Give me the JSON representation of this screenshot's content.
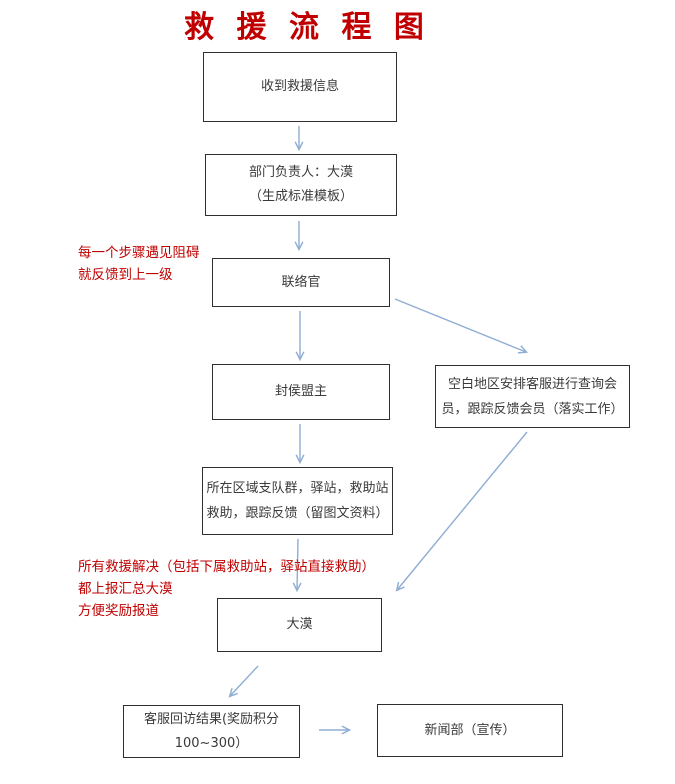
{
  "title": "救 援 流 程 图",
  "colors": {
    "title_red": "#c00000",
    "annotation_red": "#c00000",
    "arrow_blue": "#8eadd3",
    "box_border": "#2f2f2f",
    "box_text": "#3a3a3a"
  },
  "boxes": {
    "receive": {
      "lines": [
        "收到救援信息"
      ]
    },
    "leader": {
      "lines": [
        "部门负责人：大漠",
        "（生成标准模板）"
      ]
    },
    "liaison": {
      "lines": [
        "联络官"
      ]
    },
    "blank_area": {
      "lines": [
        "空白地区安排客服进行查询会",
        "员，跟踪反馈会员（落实工作）"
      ]
    },
    "region": {
      "lines": [
        "所在区域支队群，驿站，救助站",
        "救助，跟踪反馈（留图文资料）"
      ]
    },
    "damo": {
      "lines": [
        "大漠"
      ]
    },
    "callback": {
      "lines": [
        "客服回访结果(奖励积分",
        "100~300）"
      ]
    },
    "news": {
      "lines": [
        "新闻部（宣传）"
      ]
    }
  },
  "annotations": {
    "feedback": {
      "lines": [
        "每一个步骤遇见阻碍",
        "就反馈到上一级"
      ]
    },
    "report": {
      "lines": [
        "所有救援解决（包括下属救助站，驿站直接救助）",
        "都上报汇总大漠",
        "方便奖励报道"
      ]
    }
  }
}
